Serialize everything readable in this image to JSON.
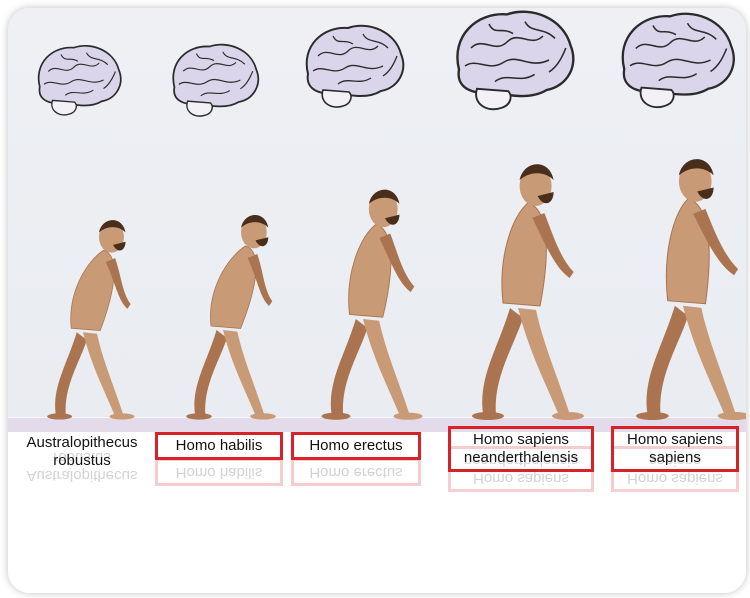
{
  "species": [
    {
      "id": "australopithecus",
      "lines": [
        "Australopithecus",
        "robustus"
      ],
      "highlighted": false
    },
    {
      "id": "homo-habilis",
      "lines": [
        "Homo habilis"
      ],
      "highlighted": true
    },
    {
      "id": "homo-erectus",
      "lines": [
        "Homo erectus"
      ],
      "highlighted": true
    },
    {
      "id": "neanderthalensis",
      "lines": [
        "Homo sapiens",
        "neanderthalensis"
      ],
      "highlighted": true
    },
    {
      "id": "sapiens",
      "lines": [
        "Homo sapiens",
        "sapiens"
      ],
      "highlighted": true
    }
  ],
  "colors": {
    "skin": "#c99a76",
    "skin_shadow": "#a9744f",
    "hair": "#4a2e1c",
    "brain": "#dad5ea",
    "brain_outline": "#2b2b2b",
    "highlight_box": "#d8222a",
    "background": "#eef0f4",
    "ground": "#e3dbe9"
  }
}
